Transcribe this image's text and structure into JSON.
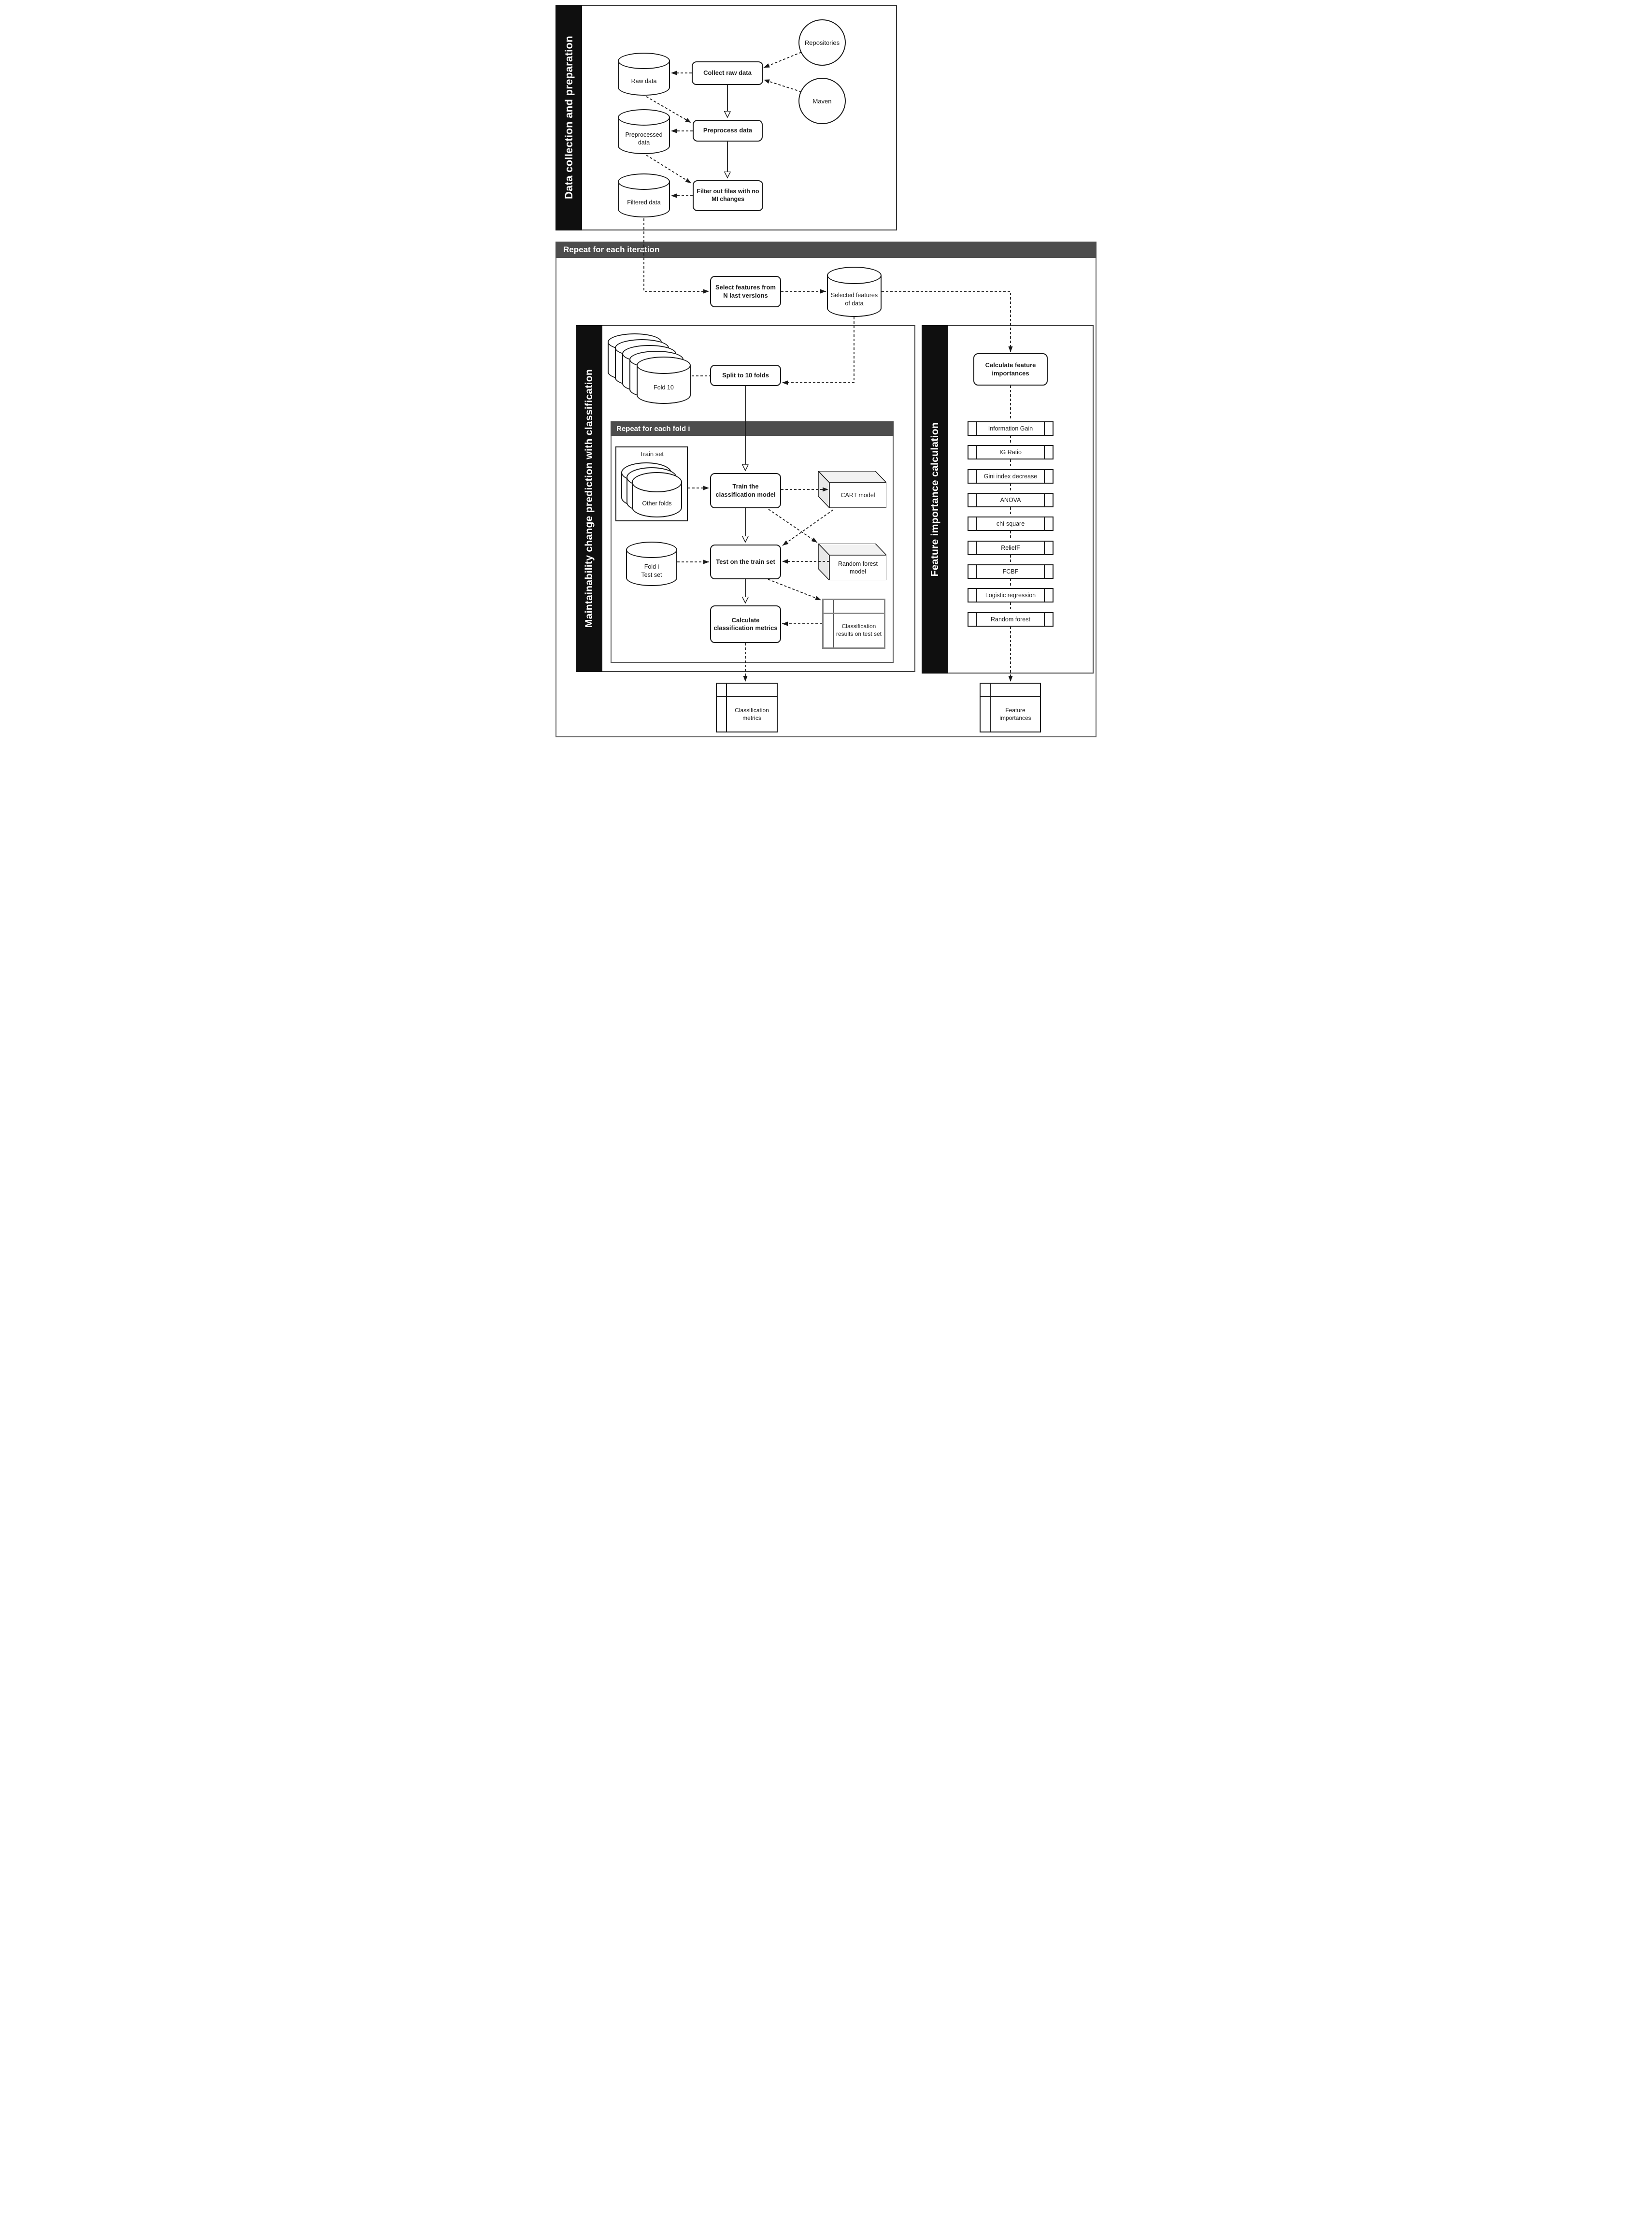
{
  "sections": {
    "data_collection": {
      "title": "Data collection and preparation"
    },
    "iteration": {
      "title": "Repeat for each iteration"
    },
    "classification": {
      "title": "Maintainability change prediction with classification"
    },
    "fold_loop": {
      "title": "Repeat for each fold i"
    },
    "feature_importance": {
      "title": "Feature importance calculation"
    }
  },
  "nodes": {
    "repositories": {
      "label": "Repositories"
    },
    "maven": {
      "label": "Maven"
    },
    "collect": {
      "label": "Collect raw data"
    },
    "raw_data": {
      "label": "Raw data"
    },
    "preprocess": {
      "label": "Preprocess data"
    },
    "preprocessed_data": {
      "label": "Preprocessed data"
    },
    "filter": {
      "label": "Filter out files with no MI changes"
    },
    "filtered_data": {
      "label": "Filtered data"
    },
    "select_features": {
      "label": "Select features from N last versions"
    },
    "selected_features": {
      "label": "Selected features of data"
    },
    "fold_stack": {
      "label": "Fold 10"
    },
    "split_folds": {
      "label": "Split to 10 folds"
    },
    "train_set": {
      "label": "Train set"
    },
    "other_folds": {
      "label": "Other folds"
    },
    "train_model": {
      "label": "Train the classification model"
    },
    "cart_model": {
      "label": "CART model"
    },
    "fold_i_test": {
      "label": "Fold i\nTest set"
    },
    "test_model": {
      "label": "Test on the train set"
    },
    "rf_model": {
      "label": "Random forest model"
    },
    "calc_metrics": {
      "label": "Calculate classification metrics"
    },
    "results_table": {
      "label": "Classification results on test set"
    },
    "metrics_table": {
      "label": "Classification metrics"
    },
    "calc_importances": {
      "label": "Calculate feature importances"
    },
    "importances_table": {
      "label": "Feature importances"
    }
  },
  "feature_methods": [
    "Information Gain",
    "IG Ratio",
    "Gini index decrease",
    "ANOVA",
    "chi-square",
    "ReliefF",
    "FCBF",
    "Logistic regression",
    "Random forest"
  ],
  "colors": {
    "band": "#4d4d4d",
    "title_bar": "#0f0f0f",
    "line": "#1a1a1a",
    "cube_top": "#f2f2f2",
    "cube_side": "#e8e8e8"
  }
}
